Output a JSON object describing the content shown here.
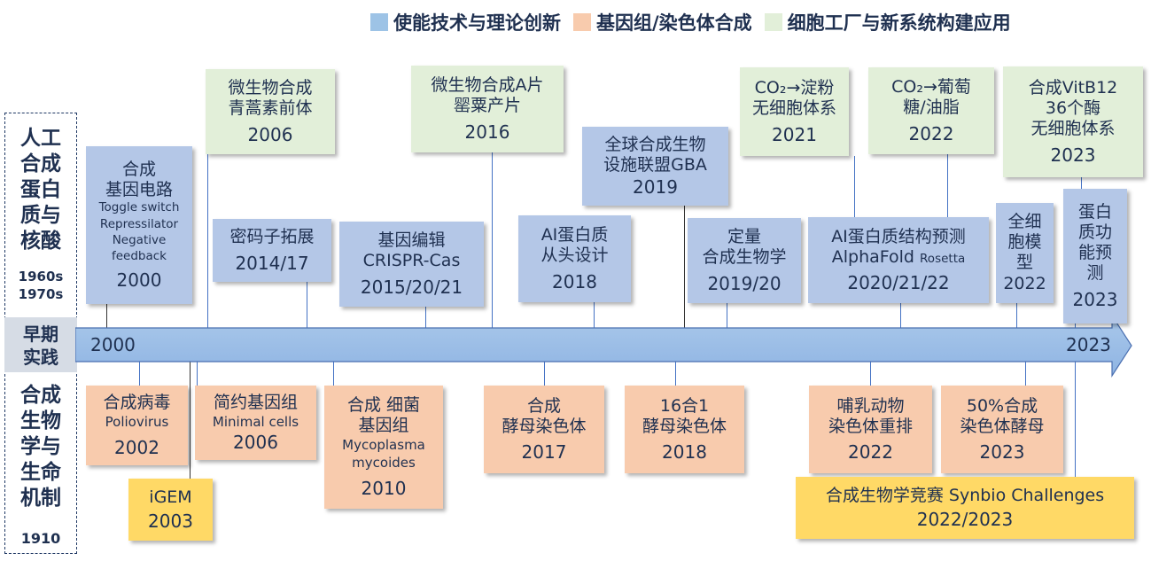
{
  "legend": [
    {
      "label": "使能技术与理论创新",
      "color": "#9dc3e6"
    },
    {
      "label": "基因组/染色体合成",
      "color": "#f8cbad"
    },
    {
      "label": "细胞工厂与新系统构建应用",
      "color": "#e2efd9"
    }
  ],
  "sidebar": {
    "top_title": "人工合成蛋白质与核酸",
    "top_years": [
      "1960s",
      "1970s"
    ],
    "middle": "早期实践",
    "bottom_title": "合成生物学与生命机制",
    "bottom_year": "1910"
  },
  "axis": {
    "start": "2000",
    "end": "2023"
  },
  "events": [
    {
      "lines": [
        "微生物合成",
        "青蒿素前体"
      ],
      "year": "2006"
    },
    {
      "lines": [
        "微生物合成A片",
        "罂粟产片"
      ],
      "year": "2016"
    },
    {
      "lines": [
        "CO₂→淀粉",
        "无细胞体系"
      ],
      "year": "2021"
    },
    {
      "lines": [
        "CO₂→葡萄",
        "糖/油脂"
      ],
      "year": "2022"
    },
    {
      "lines": [
        "合成VitB12",
        "36个酶",
        "无细胞体系"
      ],
      "year": "2023"
    },
    {
      "lines": [
        "合成",
        "基因电路"
      ],
      "sub": [
        "Toggle switch",
        "Repressilator",
        "Negative",
        "feedback"
      ],
      "year": "2000"
    },
    {
      "lines": [
        "密码子拓展"
      ],
      "year": "2014/17"
    },
    {
      "lines": [
        "基因编辑",
        "CRISPR-Cas"
      ],
      "year": "2015/20/21"
    },
    {
      "lines": [
        "AI蛋白质",
        "从头设计"
      ],
      "year": "2018"
    },
    {
      "lines": [
        "全球合成生物",
        "设施联盟GBA"
      ],
      "year": "2019"
    },
    {
      "lines": [
        "定量",
        "合成生物学"
      ],
      "year": "2019/20"
    },
    {
      "lines": [
        "AI蛋白质结构预测",
        "AlphaFold"
      ],
      "sub": [
        "Rosetta"
      ],
      "year": "2020/21/22"
    },
    {
      "lines": [
        "全细",
        "胞模",
        "型"
      ],
      "year": "2022"
    },
    {
      "lines": [
        "蛋白",
        "质功",
        "能预",
        "测"
      ],
      "year": "2023"
    },
    {
      "lines": [
        "合成病毒"
      ],
      "sub": [
        "Poliovirus"
      ],
      "year": "2002"
    },
    {
      "lines": [
        "简约基因组"
      ],
      "sub": [
        "Minimal cells"
      ],
      "year": "2006"
    },
    {
      "lines": [
        "合成 细菌",
        "基因组"
      ],
      "sub": [
        "Mycoplasma",
        "mycoides"
      ],
      "year": "2010"
    },
    {
      "lines": [
        "合成",
        "酵母染色体"
      ],
      "year": "2017"
    },
    {
      "lines": [
        "16合1",
        "酵母染色体"
      ],
      "year": "2018"
    },
    {
      "lines": [
        "哺乳动物",
        "染色体重排"
      ],
      "year": "2022"
    },
    {
      "lines": [
        "50%合成",
        "染色体酵母"
      ],
      "year": "2023"
    },
    {
      "lines": [
        "iGEM"
      ],
      "year": "2003"
    },
    {
      "lines": [
        "合成生物学竞赛 Synbio Challenges"
      ],
      "year": "2022/2023"
    }
  ]
}
